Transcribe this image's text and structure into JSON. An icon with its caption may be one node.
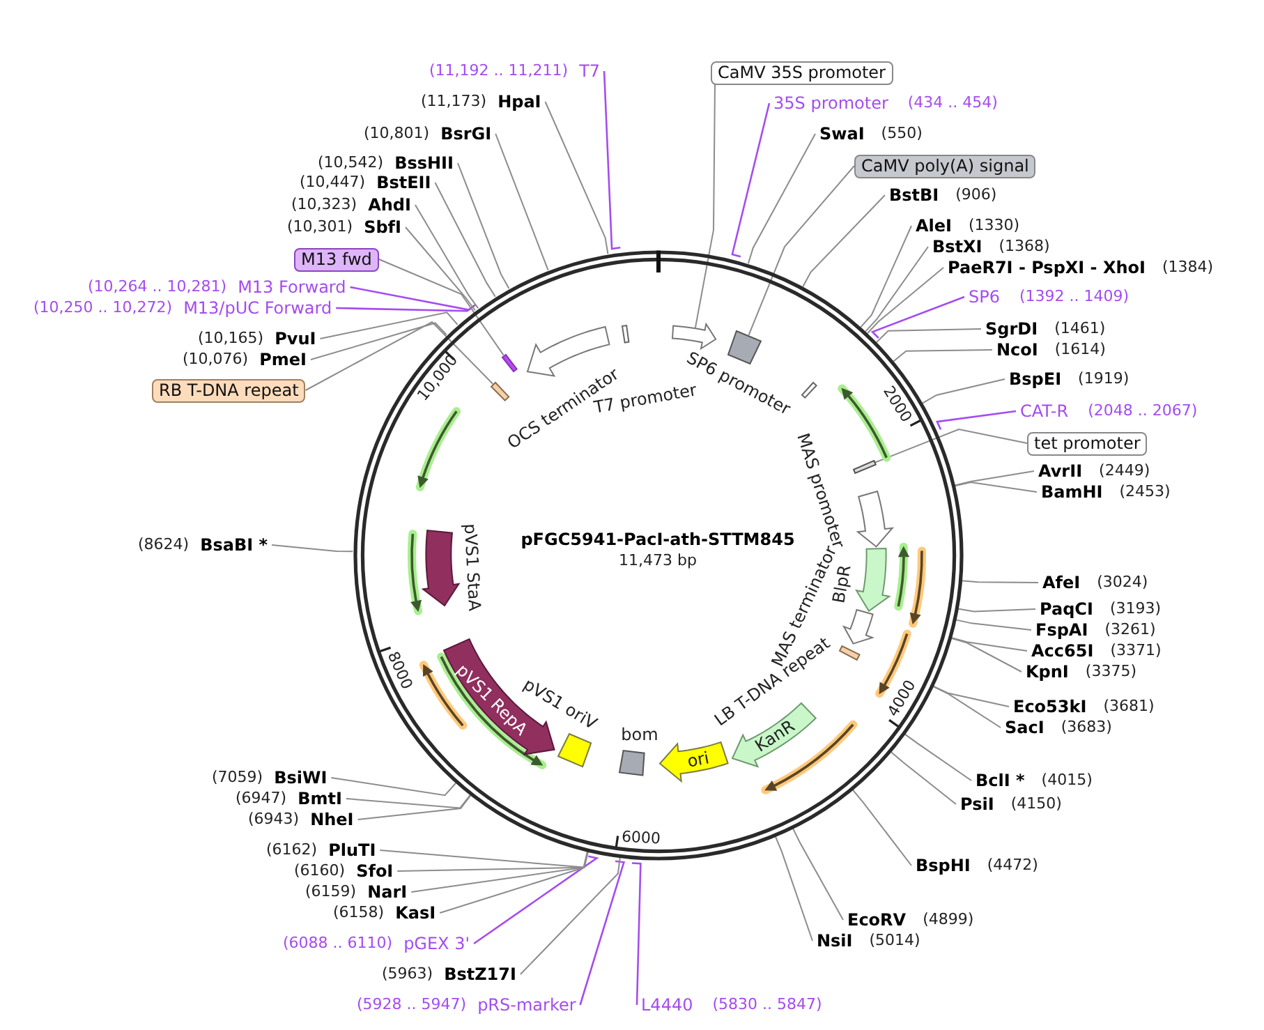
{
  "diagram": {
    "nodes": [
      {
        "text": [
          "pFGC5941-PacI-ath-STTM845",
          "11,473 bp"
        ]
      },
      {
        "text": [],
        "shape": "arrow",
        "in": 0
      },
      {
        "text": [],
        "shape": "box",
        "in": 0
      },
      {
        "text": [
          "SP6 promoter"
        ],
        "in": 0
      },
      {
        "text": [],
        "shape": "bar",
        "in": 0
      },
      {
        "text": [
          "MAS promoter"
        ],
        "in": 0
      },
      {
        "text": [
          "BlpR"
        ],
        "in": 0
      },
      {
        "text": [
          "MAS terminator"
        ],
        "in": 0
      },
      {
        "text": [
          "LB T-DNA repeat"
        ],
        "in": 0
      },
      {
        "text": [
          "KanR"
        ],
        "in": 0
      },
      {
        "text": [
          "ori"
        ],
        "in": 0
      },
      {
        "text": [
          "bom"
        ],
        "in": 0
      },
      {
        "text": [
          "pVS1 oriV"
        ],
        "in": 0
      },
      {
        "text": [
          "pVS1 RepA"
        ],
        "in": 0
      },
      {
        "text": [
          "pVS1 StaA"
        ],
        "in": 0
      },
      {
        "text": [],
        "shape": "bar",
        "in": 0
      },
      {
        "text": [],
        "shape": "bar",
        "in": 0
      },
      {
        "text": [
          "OCS terminator"
        ],
        "in": 0
      },
      {
        "text": [
          "T7 promoter"
        ],
        "in": 0
      },
      {
        "text": [
          "CaMV 35S promoter"
        ]
      },
      {
        "text": [
          "35S promoter",
          "(434 .. 454)"
        ]
      },
      {
        "text": [
          "SwaI",
          "(550)"
        ]
      },
      {
        "text": [
          "CaMV poly(A) signal"
        ]
      },
      {
        "text": [
          "BstBI",
          "(906)"
        ]
      },
      {
        "text": [
          "AleI",
          "(1330)"
        ]
      },
      {
        "text": [
          "BstXI",
          "(1368)"
        ]
      },
      {
        "text": [
          "PaeR7I - PspXI - XhoI",
          "(1384)"
        ]
      },
      {
        "text": [
          "SP6",
          "(1392 .. 1409)"
        ]
      },
      {
        "text": [
          "SgrDI",
          "(1461)"
        ]
      },
      {
        "text": [
          "NcoI",
          "(1614)"
        ]
      },
      {
        "text": [
          "BspEI",
          "(1919)"
        ]
      },
      {
        "text": [
          "CAT-R",
          "(2048 .. 2067)"
        ]
      },
      {
        "text": [
          "tet promoter"
        ]
      },
      {
        "text": [
          "AvrII",
          "(2449)"
        ]
      },
      {
        "text": [
          "BamHI",
          "(2453)"
        ]
      },
      {
        "text": [
          "AfeI",
          "(3024)"
        ]
      },
      {
        "text": [
          "PaqCI",
          "(3193)"
        ]
      },
      {
        "text": [
          "FspAI",
          "(3261)"
        ]
      },
      {
        "text": [
          "Acc65I",
          "(3371)"
        ]
      },
      {
        "text": [
          "KpnI",
          "(3375)"
        ]
      },
      {
        "text": [
          "Eco53kI",
          "(3681)"
        ]
      },
      {
        "text": [
          "SacI",
          "(3683)"
        ]
      },
      {
        "text": [
          "BclI *",
          "(4015)"
        ]
      },
      {
        "text": [
          "PsiI",
          "(4150)"
        ]
      },
      {
        "text": [
          "BspHI",
          "(4472)"
        ]
      },
      {
        "text": [
          "EcoRV",
          "(4899)"
        ]
      },
      {
        "text": [
          "NsiI",
          "(5014)"
        ]
      },
      {
        "text": [
          "L4440",
          "(5830 .. 5847)"
        ]
      },
      {
        "text": [
          "(5928 .. 5947)",
          "pRS-marker"
        ]
      },
      {
        "text": [
          "(5963)",
          "BstZ17I"
        ]
      },
      {
        "text": [
          "(6088 .. 6110)",
          "pGEX 3'"
        ]
      },
      {
        "text": [
          "(6158)",
          "KasI"
        ]
      },
      {
        "text": [
          "(6159)",
          "NarI"
        ]
      },
      {
        "text": [
          "(6160)",
          "SfoI"
        ]
      },
      {
        "text": [
          "(6162)",
          "PluTI"
        ]
      },
      {
        "text": [
          "(6943)",
          "NheI"
        ]
      },
      {
        "text": [
          "(6947)",
          "BmtI"
        ]
      },
      {
        "text": [
          "(7059)",
          "BsiWI"
        ]
      },
      {
        "text": [
          "(8624)",
          "BsaBI *"
        ]
      },
      {
        "text": [
          "RB T-DNA repeat"
        ]
      },
      {
        "text": [
          "(10,076)",
          "PmeI"
        ]
      },
      {
        "text": [
          "(10,165)",
          "PvuI"
        ]
      },
      {
        "text": [
          "(10,250 .. 10,272)",
          "M13/pUC Forward"
        ]
      },
      {
        "text": [
          "(10,264 .. 10,281)",
          "M13 Forward"
        ]
      },
      {
        "text": [
          "M13 fwd"
        ]
      },
      {
        "text": [
          "(10,301)",
          "SbfI"
        ]
      },
      {
        "text": [
          "(10,323)",
          "AhdI"
        ]
      },
      {
        "text": [
          "(10,447)",
          "BstEII"
        ]
      },
      {
        "text": [
          "(10,542)",
          "BssHII"
        ]
      },
      {
        "text": [
          "(10,801)",
          "BsrGI"
        ]
      },
      {
        "text": [
          "(11,173)",
          "HpaI"
        ]
      },
      {
        "text": [
          "(11,192 .. 11,211)",
          "T7"
        ]
      }
    ],
    "edges": [
      {
        "from": 19,
        "to": 1,
        "arrow": "none"
      },
      {
        "from": 20,
        "to": 0,
        "arrow": "none",
        "color": "#a44cf0"
      },
      {
        "from": 21,
        "to": 0,
        "arrow": "none"
      },
      {
        "from": 22,
        "to": 2,
        "arrow": "none"
      },
      {
        "from": 23,
        "to": 0,
        "arrow": "none"
      },
      {
        "from": 24,
        "to": 0,
        "arrow": "none"
      },
      {
        "from": 25,
        "to": 0,
        "arrow": "none"
      },
      {
        "from": 26,
        "to": 0,
        "arrow": "none"
      },
      {
        "from": 27,
        "to": 0,
        "arrow": "none",
        "color": "#a44cf0"
      },
      {
        "from": 28,
        "to": 0,
        "arrow": "none"
      },
      {
        "from": 29,
        "to": 0,
        "arrow": "none"
      },
      {
        "from": 30,
        "to": 0,
        "arrow": "none"
      },
      {
        "from": 31,
        "to": 0,
        "arrow": "none",
        "color": "#a44cf0"
      },
      {
        "from": 32,
        "to": 4,
        "arrow": "none"
      },
      {
        "from": 33,
        "to": 0,
        "arrow": "none"
      },
      {
        "from": 34,
        "to": 0,
        "arrow": "none"
      },
      {
        "from": 35,
        "to": 0,
        "arrow": "none"
      },
      {
        "from": 36,
        "to": 0,
        "arrow": "none"
      },
      {
        "from": 37,
        "to": 0,
        "arrow": "none"
      },
      {
        "from": 38,
        "to": 0,
        "arrow": "none"
      },
      {
        "from": 39,
        "to": 0,
        "arrow": "none"
      },
      {
        "from": 40,
        "to": 0,
        "arrow": "none"
      },
      {
        "from": 41,
        "to": 0,
        "arrow": "none"
      },
      {
        "from": 42,
        "to": 0,
        "arrow": "none"
      },
      {
        "from": 43,
        "to": 0,
        "arrow": "none"
      },
      {
        "from": 44,
        "to": 0,
        "arrow": "none"
      },
      {
        "from": 45,
        "to": 0,
        "arrow": "none"
      },
      {
        "from": 46,
        "to": 0,
        "arrow": "none"
      },
      {
        "from": 47,
        "to": 0,
        "arrow": "none",
        "color": "#a44cf0"
      },
      {
        "from": 48,
        "to": 0,
        "arrow": "none",
        "color": "#a44cf0"
      },
      {
        "from": 49,
        "to": 0,
        "arrow": "none"
      },
      {
        "from": 50,
        "to": 0,
        "arrow": "none",
        "color": "#a44cf0"
      },
      {
        "from": 51,
        "to": 0,
        "arrow": "none"
      },
      {
        "from": 52,
        "to": 0,
        "arrow": "none"
      },
      {
        "from": 53,
        "to": 0,
        "arrow": "none"
      },
      {
        "from": 54,
        "to": 0,
        "arrow": "none"
      },
      {
        "from": 55,
        "to": 0,
        "arrow": "none"
      },
      {
        "from": 56,
        "to": 0,
        "arrow": "none"
      },
      {
        "from": 57,
        "to": 0,
        "arrow": "none"
      },
      {
        "from": 58,
        "to": 0,
        "arrow": "none"
      },
      {
        "from": 59,
        "to": 15,
        "arrow": "none"
      },
      {
        "from": 60,
        "to": 0,
        "arrow": "none"
      },
      {
        "from": 61,
        "to": 0,
        "arrow": "none"
      },
      {
        "from": 62,
        "to": 0,
        "arrow": "none",
        "color": "#a44cf0"
      },
      {
        "from": 63,
        "to": 0,
        "arrow": "none",
        "color": "#a44cf0"
      },
      {
        "from": 64,
        "to": 16,
        "arrow": "none"
      },
      {
        "from": 65,
        "to": 0,
        "arrow": "none"
      },
      {
        "from": 66,
        "to": 0,
        "arrow": "none"
      },
      {
        "from": 67,
        "to": 0,
        "arrow": "none"
      },
      {
        "from": 68,
        "to": 0,
        "arrow": "none"
      },
      {
        "from": 69,
        "to": 0,
        "arrow": "none"
      },
      {
        "from": 70,
        "to": 0,
        "arrow": "none"
      },
      {
        "from": 71,
        "to": 0,
        "arrow": "none",
        "color": "#a44cf0"
      }
    ],
    "labels": [
      "2000",
      "4000",
      "6000",
      "8000",
      "10,000"
    ]
  }
}
